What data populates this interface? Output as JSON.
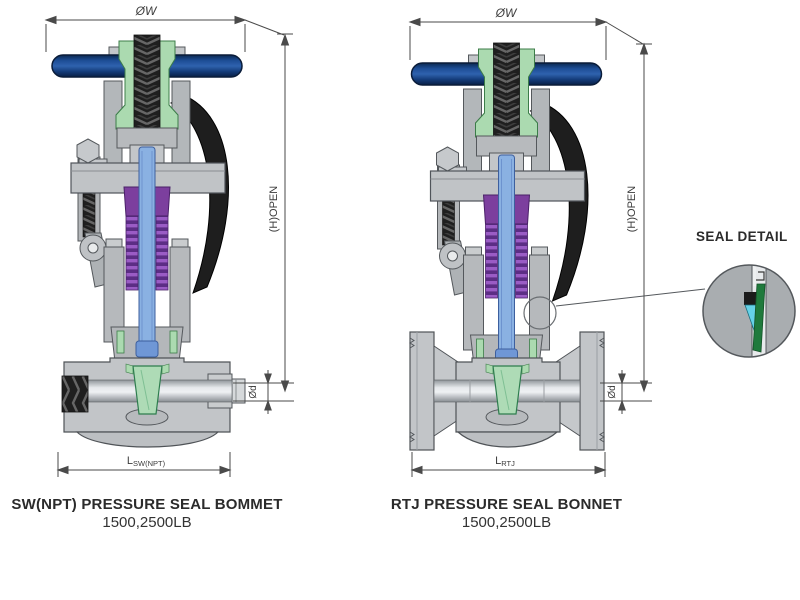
{
  "diagram": {
    "dimensions": {
      "width_label": "ØW",
      "height_label": "(H)OPEN",
      "bore_label": "Ød",
      "length_prefix": "L",
      "length_sub_sw": "SW(NPT)",
      "length_sub_rtj": "RTJ"
    },
    "captions": {
      "left": {
        "title": "SW(NPT) PRESSURE SEAL BOMMET",
        "rating": "1500,2500LB"
      },
      "right": {
        "title": "RTJ PRESSURE SEAL BONNET",
        "rating": "1500,2500LB"
      }
    },
    "seal_detail_label": "SEAL DETAIL",
    "colors": {
      "handle_blue": "#1d4a8f",
      "stem_blue": "#8ab1e2",
      "stem_collar_blue": "#6f97d6",
      "yoke_green": "#abdab0",
      "packing_purple": "#7c3f9e",
      "wedge_green": "#aedbb6",
      "seal_teal": "#66d2e8",
      "seal_green": "#1f7a3c",
      "metal_gray": "#c2c5c8",
      "outline_gray": "#54585c",
      "dimension_line": "#4a4a4a"
    }
  }
}
